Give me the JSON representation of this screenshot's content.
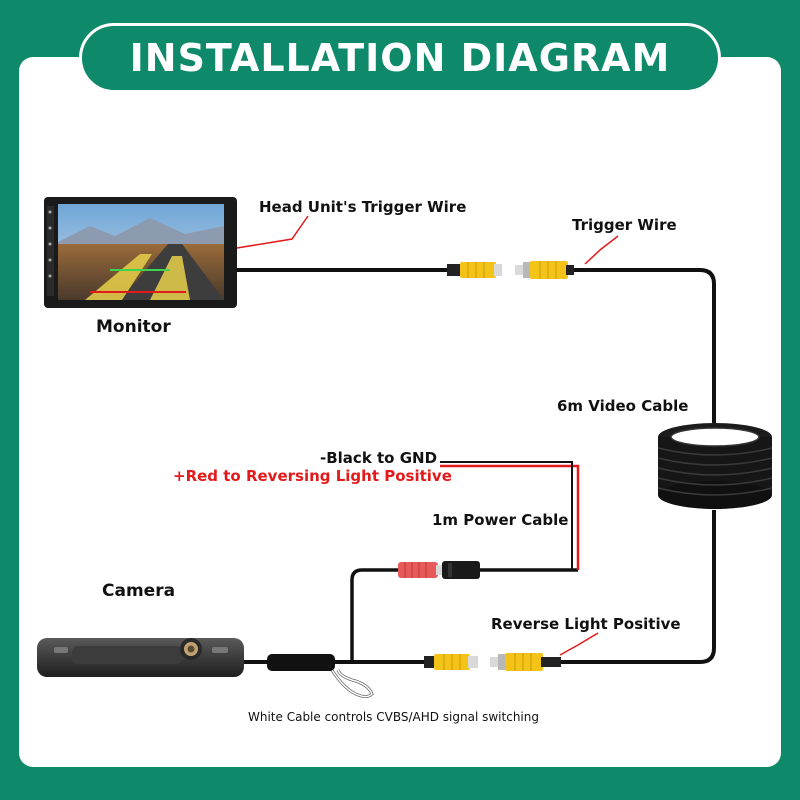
{
  "title": "INSTALLATION DIAGRAM",
  "labels": {
    "monitor": "Monitor",
    "head_unit_trigger": "Head Unit's Trigger Wire",
    "trigger_wire": "Trigger Wire",
    "video_cable": "6m Video Cable",
    "black_gnd": "-Black to GND",
    "red_positive": "+Red to Reversing Light Positive",
    "power_cable": "1m Power Cable",
    "camera": "Camera",
    "reverse_light": "Reverse Light Positive",
    "white_cable": "White Cable controls CVBS/AHD signal switching"
  },
  "colors": {
    "brand": "#0e8a6b",
    "red": "#e21a1a",
    "connector_yellow": "#f3c318",
    "cable": "#111111"
  }
}
